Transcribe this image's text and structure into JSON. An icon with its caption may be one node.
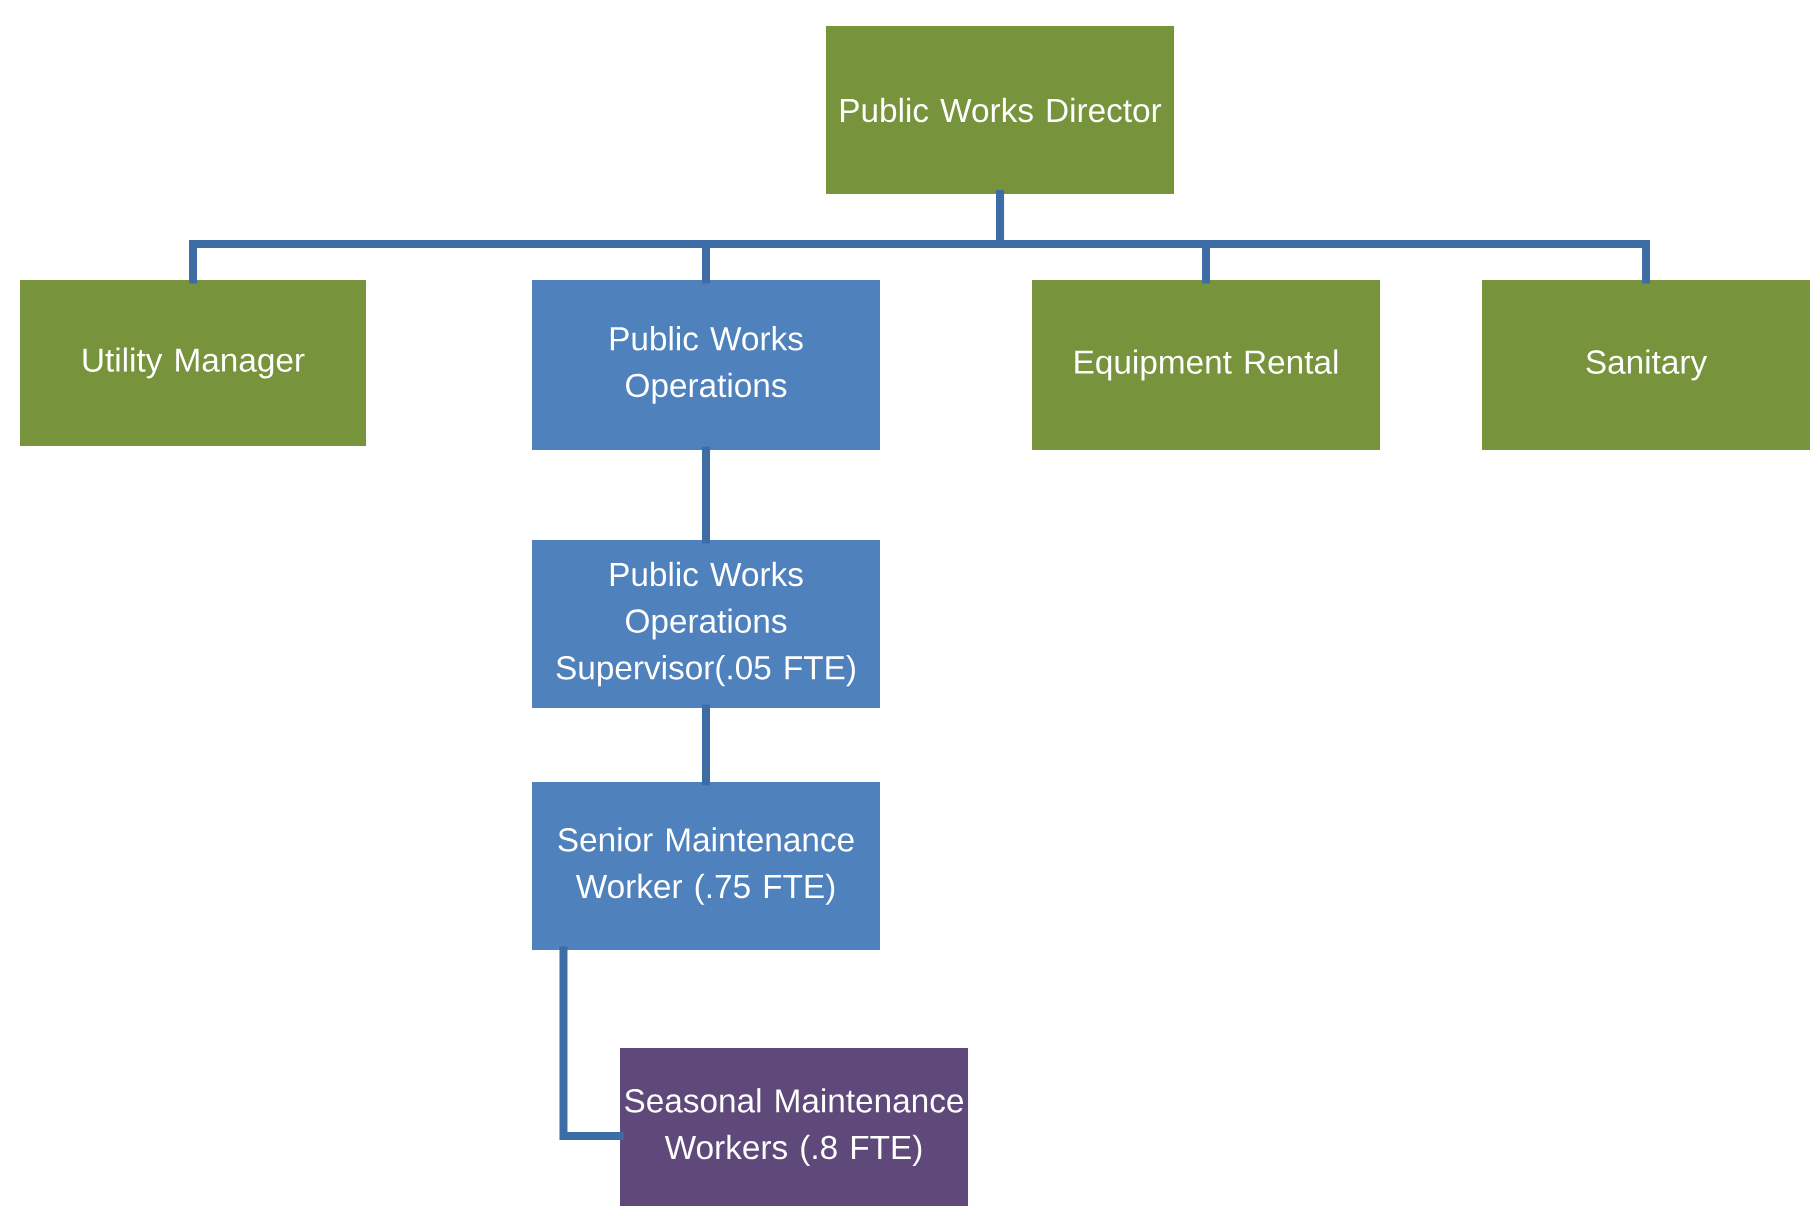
{
  "diagram": {
    "nodes": [
      {
        "text": [
          "Public Works Director"
        ]
      },
      {
        "text": [
          "Utility Manager"
        ]
      },
      {
        "text": [
          "Public Works Operations"
        ]
      },
      {
        "text": [
          "Equipment Rental"
        ]
      },
      {
        "text": [
          "Sanitary"
        ]
      },
      {
        "text": [
          "Public Works Operations Supervisor(.05 FTE)"
        ]
      },
      {
        "text": [
          "Senior Maintenance Worker (.75 FTE)"
        ]
      },
      {
        "text": [
          "Seasonal Maintenance Workers (.8 FTE)"
        ]
      }
    ],
    "edges": [
      {
        "from": 0,
        "to": 1,
        "arrow": "none"
      },
      {
        "from": 0,
        "to": 2,
        "arrow": "none"
      },
      {
        "from": 0,
        "to": 3,
        "arrow": "none"
      },
      {
        "from": 0,
        "to": 4,
        "arrow": "none"
      },
      {
        "from": 2,
        "to": 5,
        "arrow": "none"
      },
      {
        "from": 5,
        "to": 6,
        "arrow": "none"
      },
      {
        "from": 6,
        "to": 7,
        "arrow": "none"
      }
    ]
  }
}
